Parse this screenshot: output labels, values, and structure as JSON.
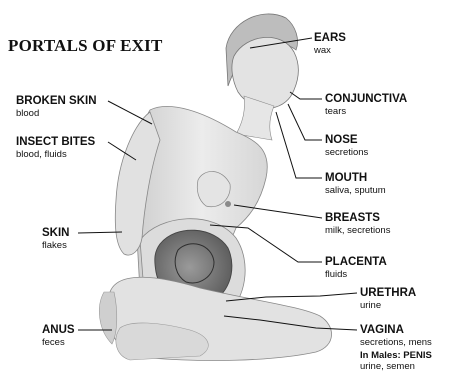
{
  "title": "PORTALS OF EXIT",
  "labels": {
    "ears": {
      "name": "EARS",
      "sub": "wax"
    },
    "conjunctiva": {
      "name": "CONJUNCTIVA",
      "sub": "tears"
    },
    "nose": {
      "name": "NOSE",
      "sub": "secretions"
    },
    "mouth": {
      "name": "MOUTH",
      "sub": "saliva, sputum"
    },
    "breasts": {
      "name": "BREASTS",
      "sub": "milk, secretions"
    },
    "placenta": {
      "name": "PLACENTA",
      "sub": "fluids"
    },
    "urethra": {
      "name": "URETHRA",
      "sub": "urine"
    },
    "vagina": {
      "name": "VAGINA",
      "sub": "secretions, mens"
    },
    "males": {
      "name": "In Males: PENIS",
      "sub": "urine, semen"
    },
    "broken_skin": {
      "name": "BROKEN SKIN",
      "sub": "blood"
    },
    "insect_bites": {
      "name": "INSECT BITES",
      "sub": "blood, fluids"
    },
    "skin": {
      "name": "SKIN",
      "sub": "flakes"
    },
    "anus": {
      "name": "ANUS",
      "sub": "feces"
    }
  }
}
